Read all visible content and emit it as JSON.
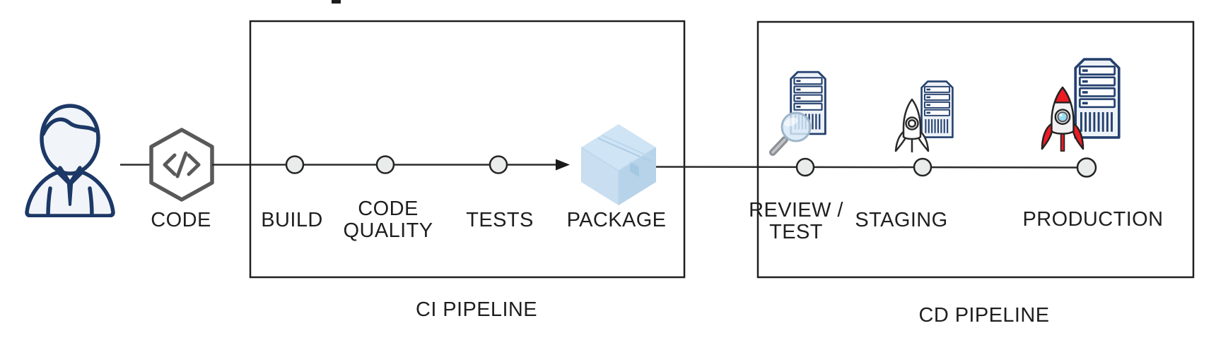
{
  "actor": {
    "icon": "developer-person-icon"
  },
  "code_step": {
    "label": "CODE",
    "icon": "code-hexagon-icon"
  },
  "ci_pipeline": {
    "caption": "CI PIPELINE",
    "steps": [
      {
        "label": "BUILD",
        "icon": "milestone-circle"
      },
      {
        "label": "CODE",
        "label_line2": "QUALITY",
        "icon": "milestone-circle"
      },
      {
        "label": "TESTS",
        "icon": "milestone-circle"
      },
      {
        "label": "PACKAGE",
        "icon": "package-box-icon"
      }
    ]
  },
  "cd_pipeline": {
    "caption": "CD PIPELINE",
    "steps": [
      {
        "label": "REVIEW /",
        "label_line2": "TEST",
        "icon": "server-with-magnifier-icon"
      },
      {
        "label": "STAGING",
        "icon": "server-with-rocket-outline-icon"
      },
      {
        "label": "PRODUCTION",
        "icon": "server-with-red-rocket-icon"
      }
    ]
  },
  "colors": {
    "icon_navy": "#24406e",
    "hexagon_gray": "#595959",
    "line_black": "#262626",
    "milestone_fill": "#e9eceb",
    "package_top": "#cfe4f5",
    "package_left": "#c9def0",
    "package_right": "#b7d3e9",
    "rocket_red": "#ec1c24"
  }
}
